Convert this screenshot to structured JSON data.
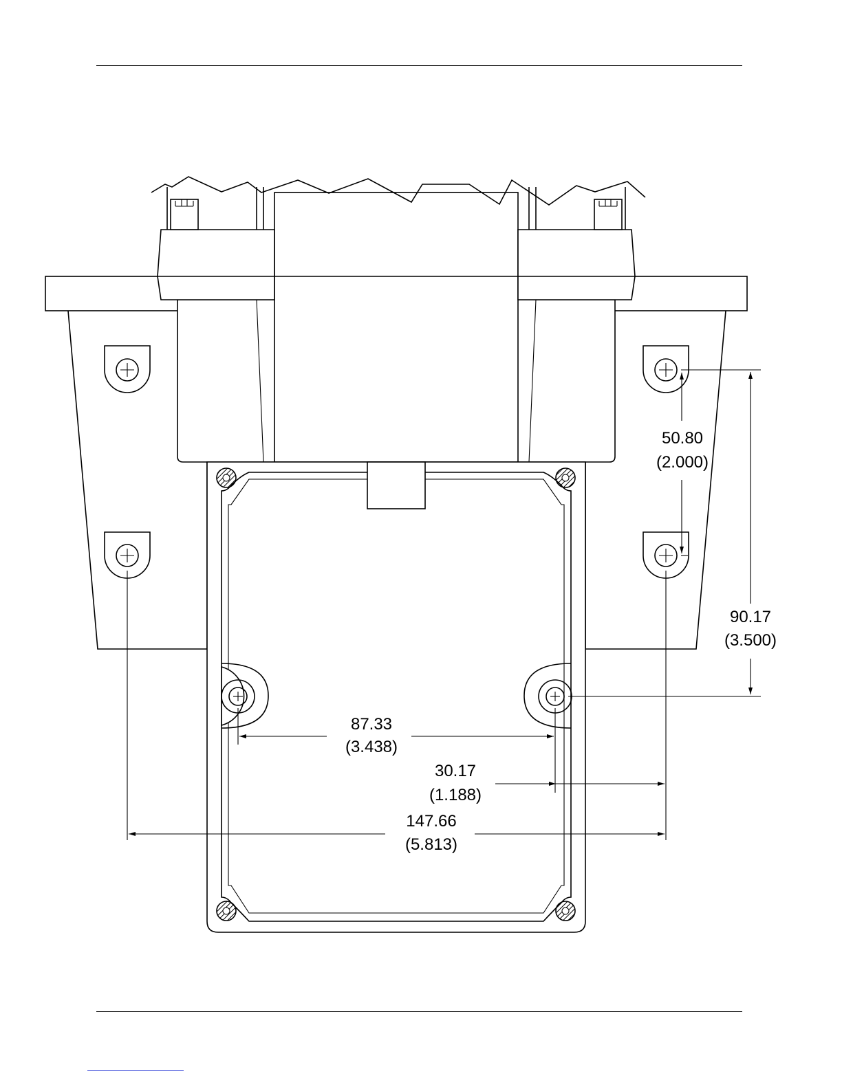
{
  "dimensions": {
    "vertical_50": {
      "value": "50.80",
      "alt": "(2.000)"
    },
    "vertical_90": {
      "value": "90.17",
      "alt": "(3.500)"
    },
    "horizontal_87": {
      "value": "87.33",
      "alt": "(3.438)"
    },
    "offset_30": {
      "value": "30.17",
      "alt": "(1.188)"
    },
    "overall_147": {
      "value": "147.66",
      "alt": "(5.813)"
    }
  },
  "colors": {
    "line": "#000000",
    "footer_link": "#2a3bd6"
  }
}
